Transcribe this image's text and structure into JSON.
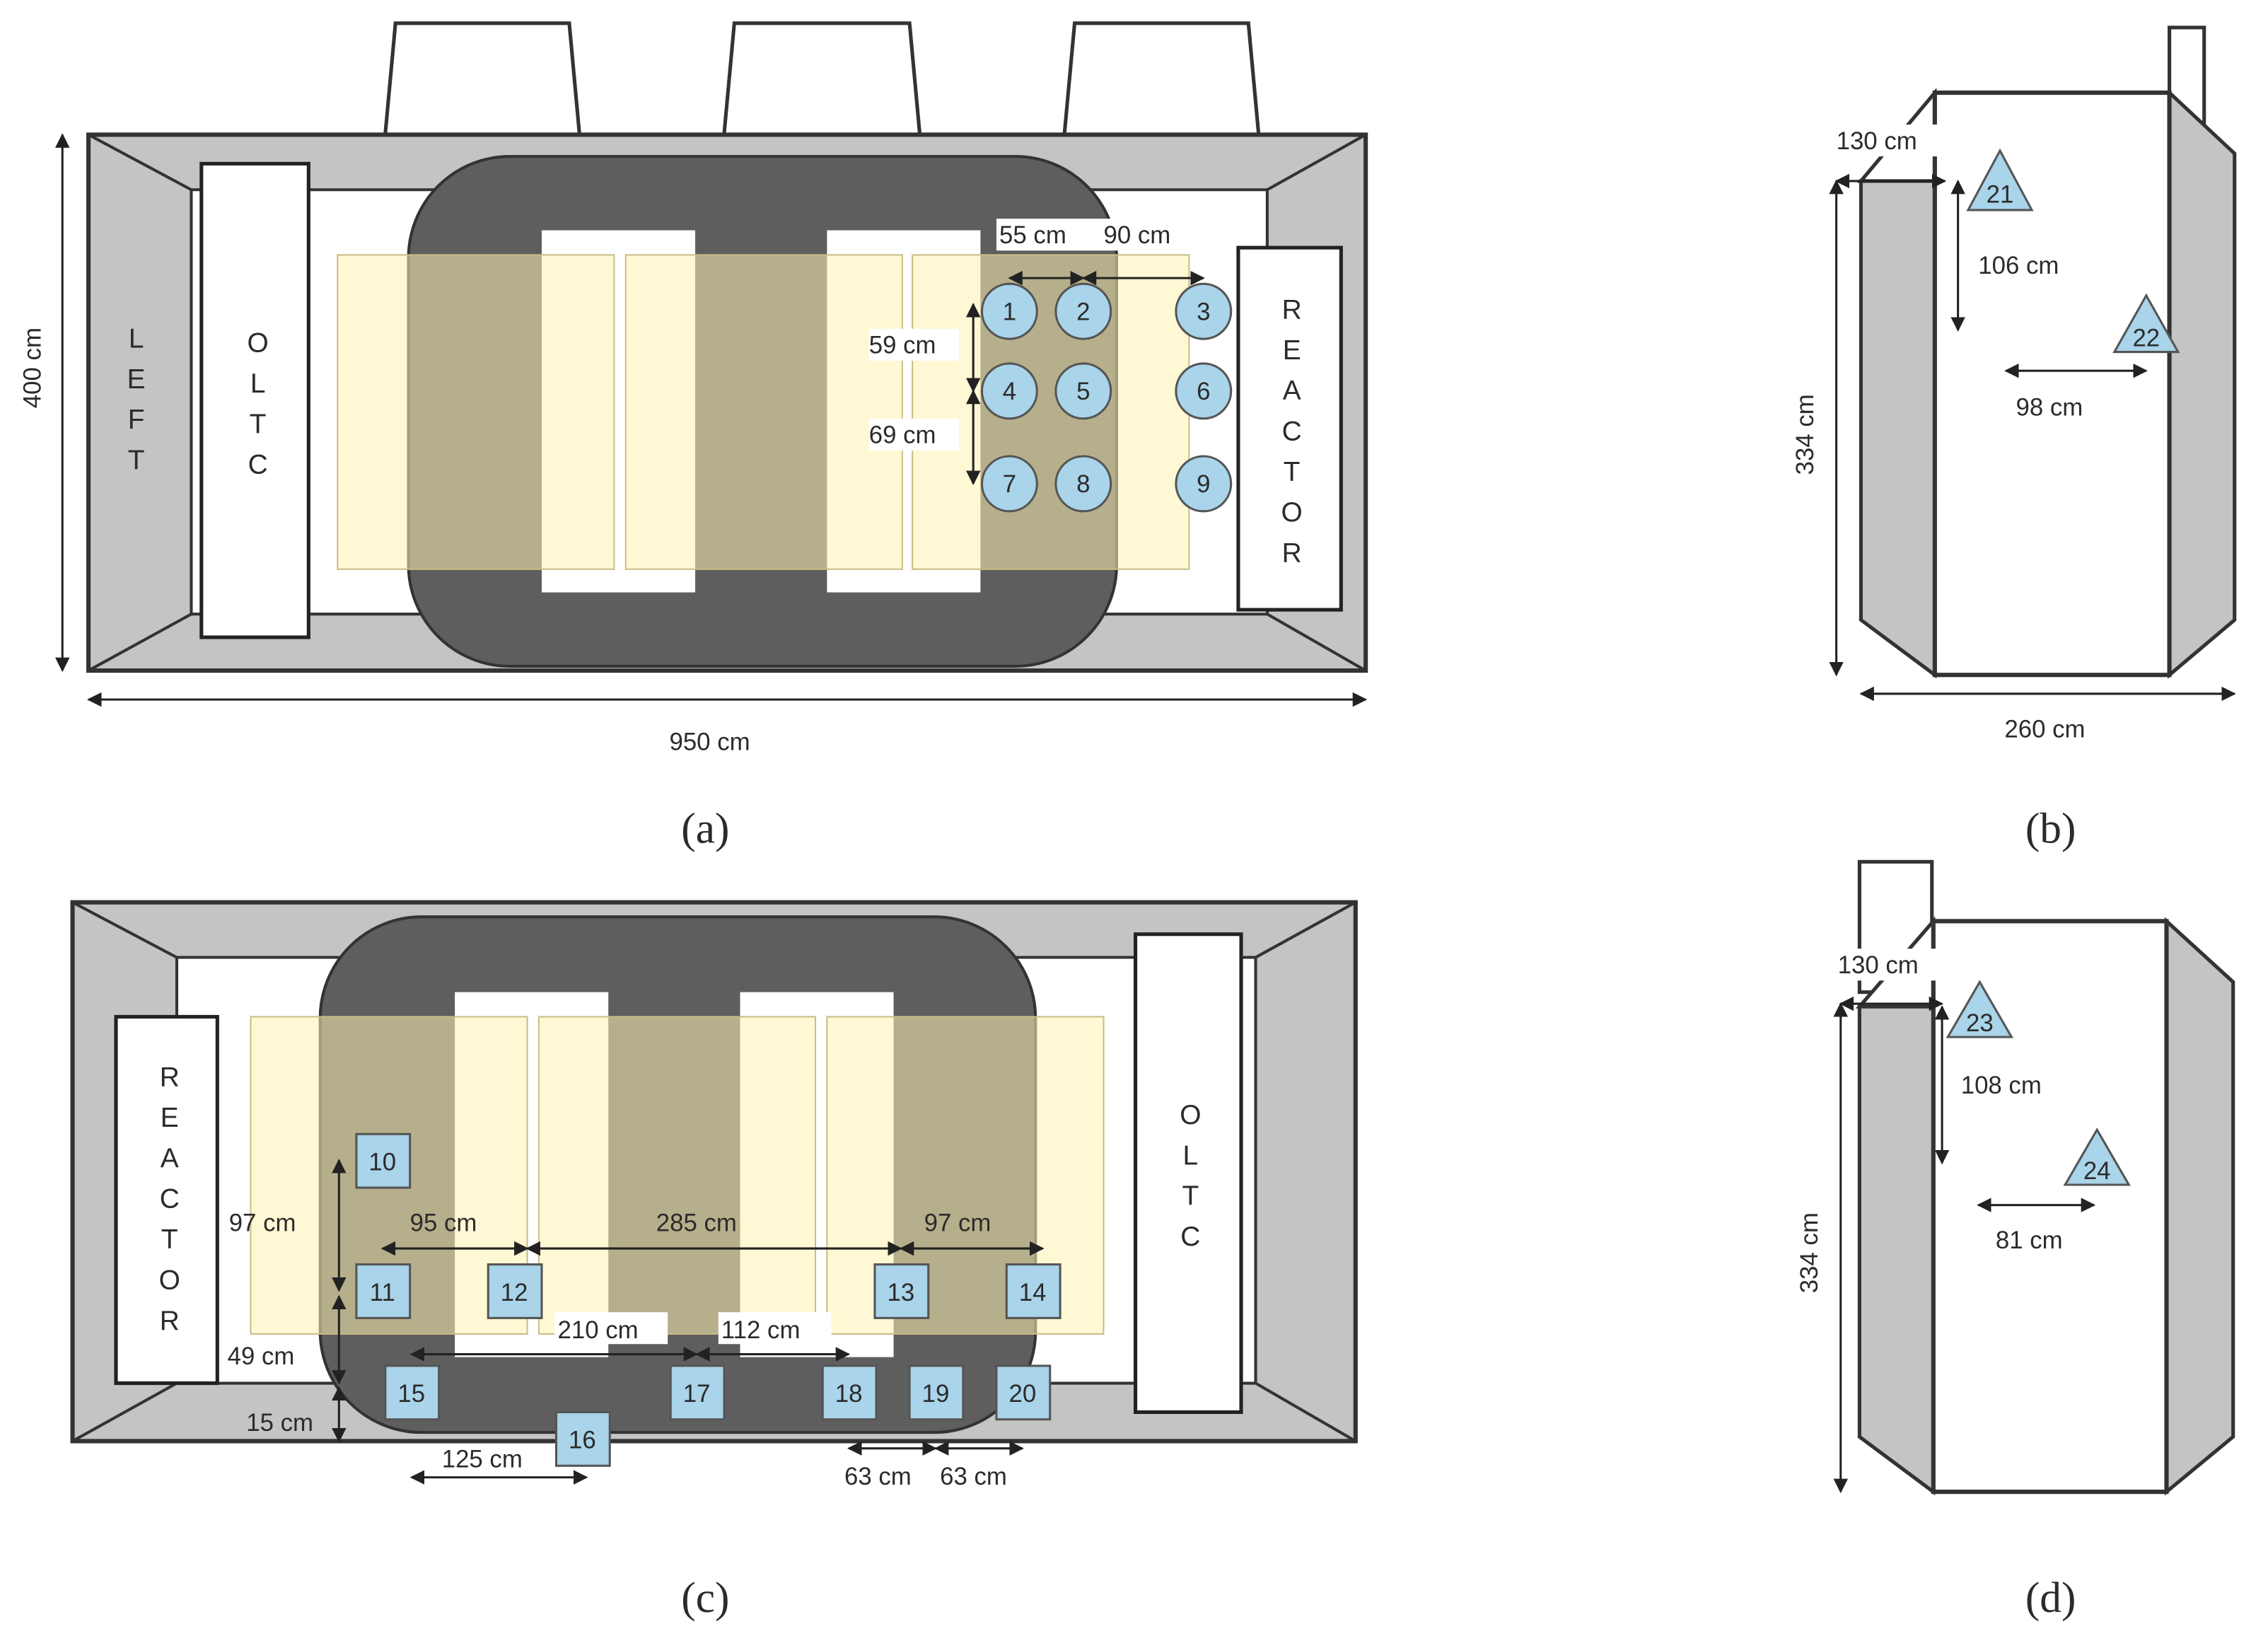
{
  "colors": {
    "tank_gray": "#c4c4c4",
    "core_dark": "#5e5e5e",
    "winding_yellow": "#fff2b0",
    "sensor_blue": "#a9d4ea",
    "outline": "#333333"
  },
  "panel_a": {
    "caption": "(a)",
    "left_letters": [
      "L",
      "E",
      "F",
      "T"
    ],
    "oltc_letters": [
      "O",
      "L",
      "T",
      "C"
    ],
    "reactor_letters": [
      "R",
      "E",
      "A",
      "C",
      "T",
      "O",
      "R"
    ],
    "dim_width": "950 cm",
    "dim_height": "400 cm",
    "dim_55": "55 cm",
    "dim_90": "90 cm",
    "dim_59": "59 cm",
    "dim_69": "69 cm",
    "sensors": [
      "1",
      "2",
      "3",
      "4",
      "5",
      "6",
      "7",
      "8",
      "9"
    ]
  },
  "panel_b": {
    "caption": "(b)",
    "dim_130": "130 cm",
    "dim_106": "106 cm",
    "dim_98": "98 cm",
    "dim_334": "334 cm",
    "dim_260": "260 cm",
    "sensors": [
      "21",
      "22"
    ]
  },
  "panel_c": {
    "caption": "(c)",
    "reactor_letters": [
      "R",
      "E",
      "A",
      "C",
      "T",
      "O",
      "R"
    ],
    "oltc_letters": [
      "O",
      "L",
      "T",
      "C"
    ],
    "dim_97_left": "97 cm",
    "dim_95": "95 cm",
    "dim_285": "285 cm",
    "dim_97_right": "97 cm",
    "dim_210": "210 cm",
    "dim_112": "112 cm",
    "dim_49": "49 cm",
    "dim_15": "15 cm",
    "dim_125": "125 cm",
    "dim_63a": "63 cm",
    "dim_63b": "63 cm",
    "sensors": [
      "10",
      "11",
      "12",
      "13",
      "14",
      "15",
      "16",
      "17",
      "18",
      "19",
      "20"
    ]
  },
  "panel_d": {
    "caption": "(d)",
    "dim_130": "130 cm",
    "dim_108": "108 cm",
    "dim_81": "81 cm",
    "dim_334": "334 cm",
    "sensors": [
      "23",
      "24"
    ]
  }
}
